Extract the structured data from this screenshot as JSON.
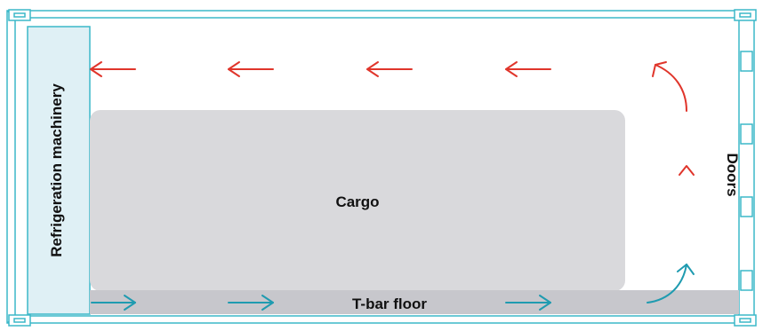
{
  "labels": {
    "refrigeration": "Refrigeration machinery",
    "cargo": "Cargo",
    "floor": "T-bar floor",
    "doors": "Doors"
  },
  "colors": {
    "outline": "#3bb8c9",
    "machinery_fill": "#dff0f5",
    "cargo_fill": "#d9d9dc",
    "floor_fill": "#c7c7cc",
    "warm_air": "#e0352b",
    "cold_air": "#1f9bb0",
    "text": "#111111"
  }
}
